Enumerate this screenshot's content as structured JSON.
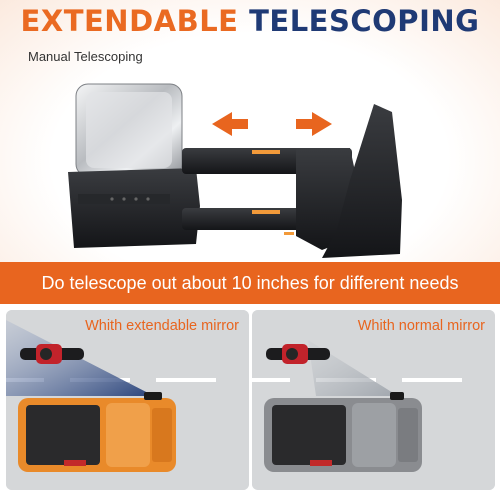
{
  "header": {
    "title_word_1": "EXTENDABLE",
    "title_word_2": "TELESCOPING",
    "subtitle": "Manual Telescoping"
  },
  "banner": {
    "text": "Do telescope out about 10 inches for different needs"
  },
  "comparison": {
    "left_caption": "Whith extendable mirror",
    "right_caption": "Whith normal mirror"
  },
  "colors": {
    "accent_orange": "#e8651f",
    "title_navy": "#1f3a75",
    "truck_orange": "#e98a2a",
    "truck_gray": "#8a8c90"
  }
}
